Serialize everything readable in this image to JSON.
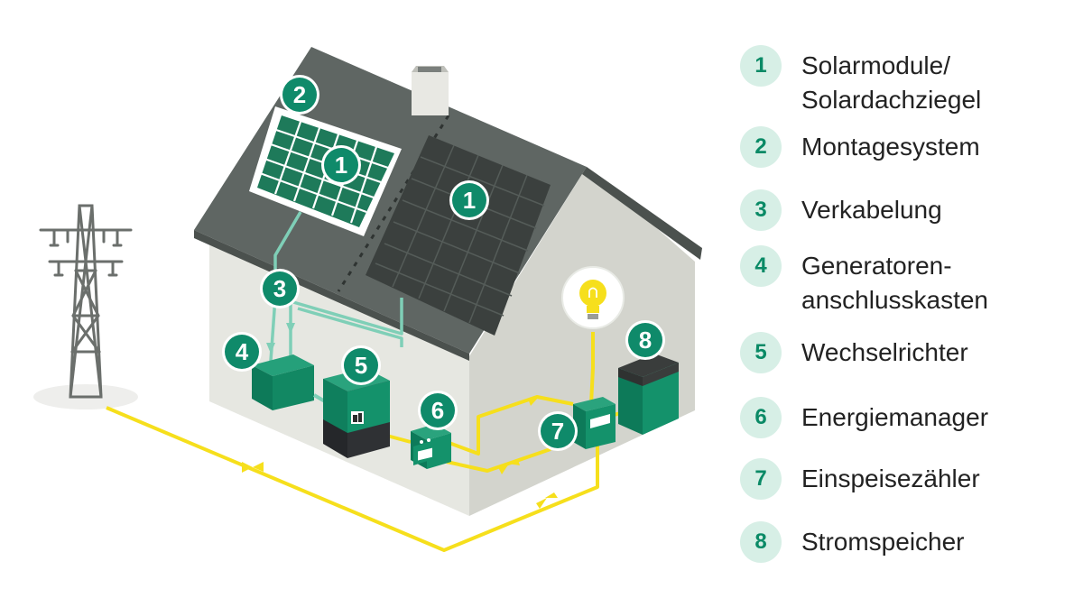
{
  "colors": {
    "accent_green": "#0f8a6a",
    "badge_bg": "#d7efe6",
    "roof": "#5c6360",
    "wall_front": "#e4e5df",
    "wall_side": "#d2d3cc",
    "wire_yellow": "#f6df1c",
    "cable_teal": "#7fcfb7"
  },
  "diagram": {
    "badges": {
      "panel_front": "1",
      "panel_roof": "1",
      "mount": "2",
      "wiring": "3",
      "combiner": "4",
      "inverter": "5",
      "manager": "6",
      "meter": "7",
      "storage": "8"
    }
  },
  "legend": [
    {
      "num": "1",
      "label": "Solarmodule/\nSolardachziegel",
      "icon": "none"
    },
    {
      "num": "2",
      "label": "Montagesystem"
    },
    {
      "num": "3",
      "label": "Verkabelung"
    },
    {
      "num": "4",
      "label": "Generatoren-\nanschlusskasten"
    },
    {
      "num": "5",
      "label": "Wechselrichter"
    },
    {
      "num": "6",
      "label": "Energiemanager"
    },
    {
      "num": "7",
      "label": "Einspeisezähler"
    },
    {
      "num": "8",
      "label": "Stromspeicher"
    }
  ],
  "icons": [
    "power-pylon-icon",
    "light-bulb-icon",
    "solar-panel-icon"
  ]
}
